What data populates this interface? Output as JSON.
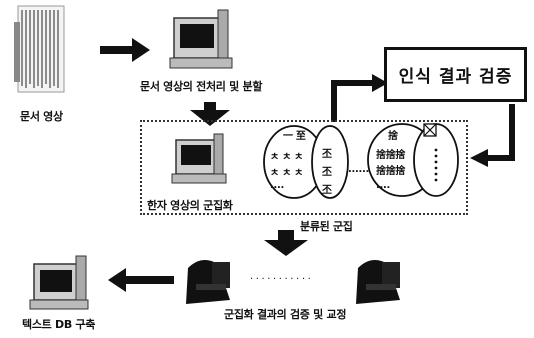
{
  "steps": {
    "doc_image": "문서 영상",
    "preprocess": "문서 영상의 전처리 및 분할",
    "verify": "인식 결과 검증",
    "clustering": "한자 영상의 군집화",
    "clusters": "분류된 군집",
    "review": "군집화 결과의 검증 및 교정",
    "db_build": "텍스트 DB 구축"
  },
  "cluster_glyphs": {
    "left_top": "一 至",
    "left_row": "ㅊ ㅊ ㅊ",
    "right_col": "丕",
    "ellipsis": "....",
    "mid_dots": "......",
    "right_top": "捨",
    "right_row": "捨捨捨"
  },
  "bottom_dots": "· · · · · · · · · · ·"
}
